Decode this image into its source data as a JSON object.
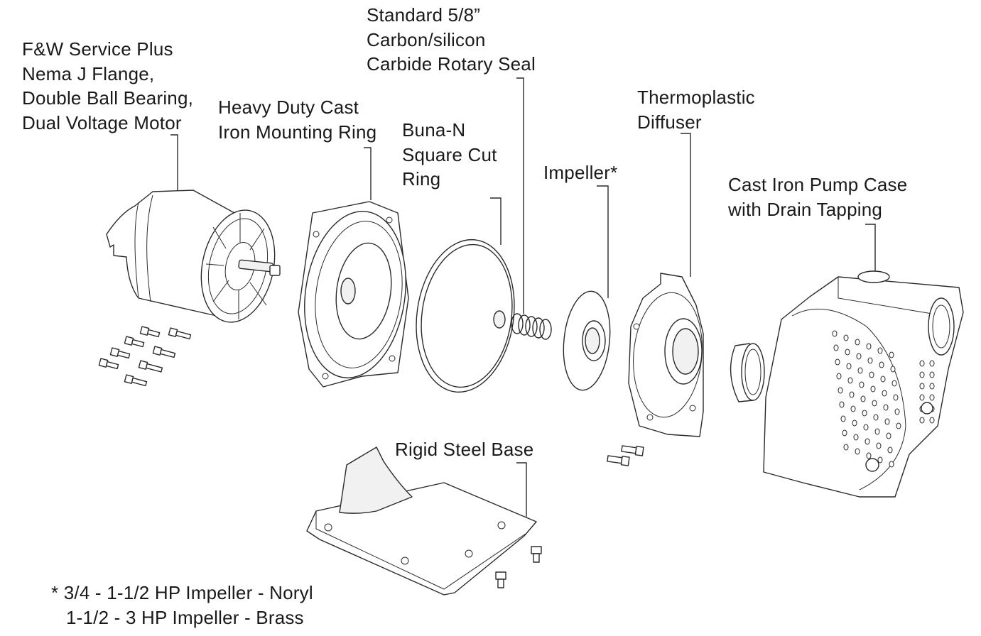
{
  "labels": {
    "motor": [
      "F&W Service Plus",
      "Nema J Flange,",
      "Double Ball Bearing,",
      "Dual Voltage Motor"
    ],
    "mounting_ring": [
      "Heavy Duty Cast",
      "Iron Mounting Ring"
    ],
    "rotary_seal": [
      "Standard 5/8”",
      "Carbon/silicon",
      "Carbide Rotary Seal"
    ],
    "square_cut_ring": [
      "Buna-N",
      "Square Cut",
      "Ring"
    ],
    "impeller": [
      "Impeller*"
    ],
    "diffuser": [
      "Thermoplastic",
      "Diffuser"
    ],
    "pump_case": [
      "Cast Iron Pump Case",
      "with Drain Tapping"
    ],
    "base": [
      "Rigid Steel Base"
    ]
  },
  "footnote": [
    "* 3/4 - 1-1/2 HP Impeller - Noryl",
    "1-1/2 - 3 HP Impeller - Brass"
  ],
  "colors": {
    "line": "#2a2a2a",
    "text": "#1a1a1a",
    "background": "#ffffff"
  }
}
